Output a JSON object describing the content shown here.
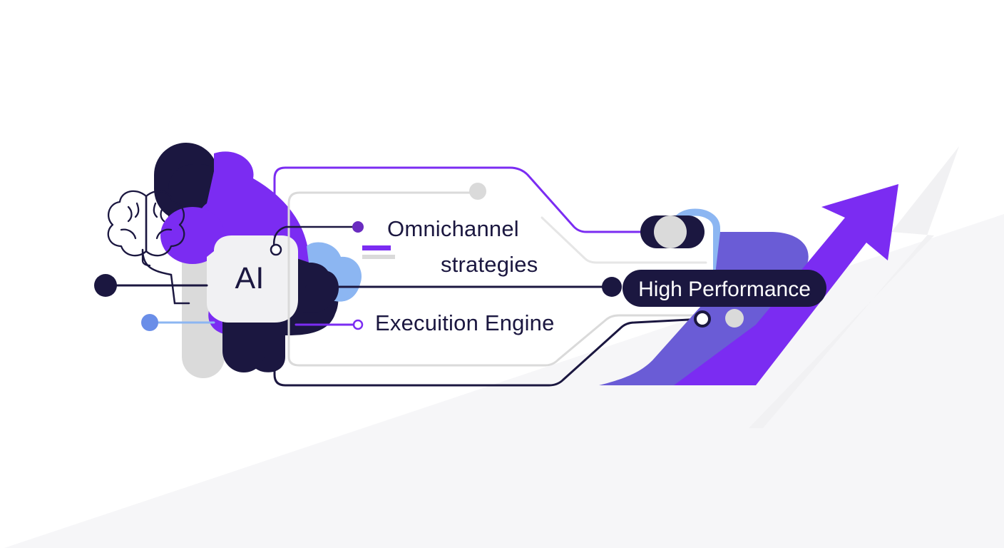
{
  "labels": {
    "ai": "AI",
    "omnichannel": "Omnichannel",
    "strategies": "strategies",
    "execution_engine": "Execuition Engine",
    "high_performance": "High Performance"
  },
  "colors": {
    "navy": "#1b1740",
    "purple": "#7b2cf2",
    "violet": "#6a5cd6",
    "light_blue": "#8cb6f2",
    "light_gray": "#dadada",
    "background": "#ffffff"
  },
  "icons": [
    "brain-icon",
    "growth-arrow-icon"
  ]
}
